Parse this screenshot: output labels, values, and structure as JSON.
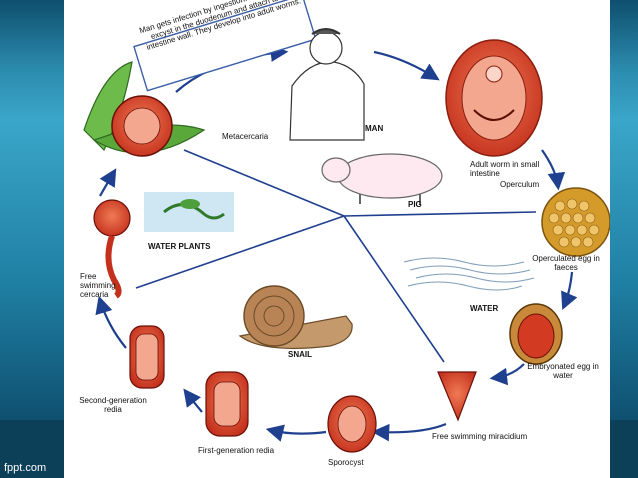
{
  "caption": "Man gets infection by ingestion. Metacercariae excyst in the duodenum and attach to the intestine wall. They develop into adult worms.",
  "labels": {
    "man": "MAN",
    "adult_worm": "Adult worm in small intestine",
    "pig": "PIG",
    "operculum": "Operculum",
    "operculated_egg": "Operculated egg in faeces",
    "water": "WATER",
    "embryonated_egg": "Embryonated egg in water",
    "miracidium": "Free swimming miracidium",
    "sporocyst": "Sporocyst",
    "first_redia": "First-generation redia",
    "second_redia": "Second-generation redia",
    "snail": "SNAIL",
    "cercaria": "Free swimming cercaria",
    "water_plants": "WATER PLANTS",
    "metacercaria": "Metacercaria"
  },
  "footer": {
    "brand": "fppt.com"
  },
  "colors": {
    "arrow": "#1f3f8f",
    "worm_red": "#d9432b",
    "egg_gold": "#d49a2a",
    "snail_brown": "#a97a4d"
  }
}
